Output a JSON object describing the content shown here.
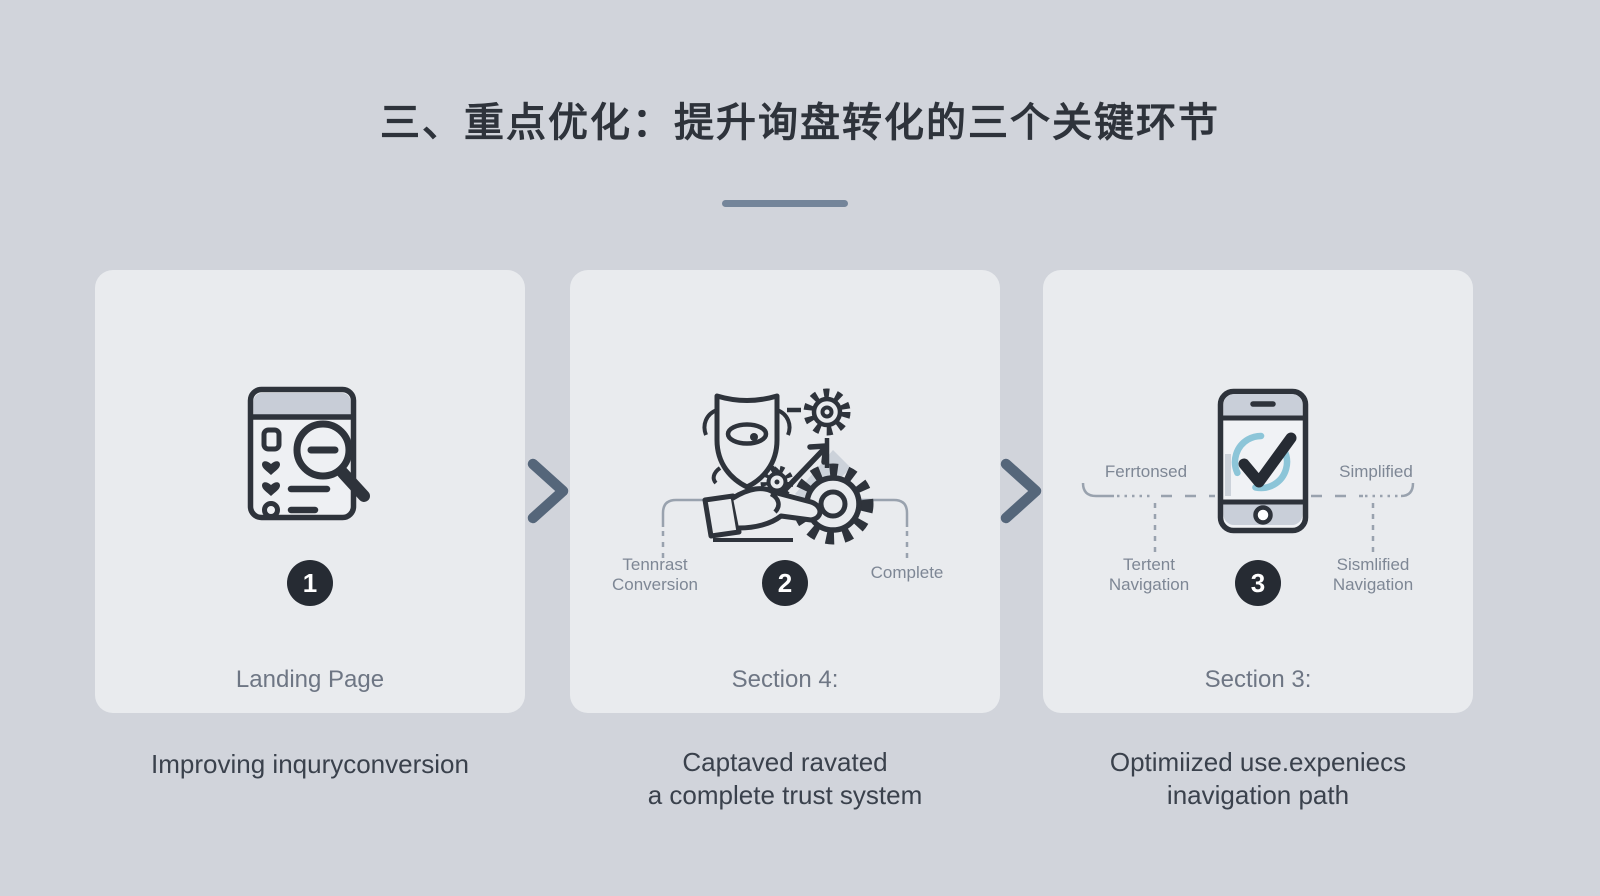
{
  "title": "三、重点优化：提升询盘转化的三个关键环节",
  "colors": {
    "background": "#d1d4db",
    "card_background": "#e9ebee",
    "accent_divider": "#74859a",
    "badge": "#262b33",
    "chevron": "#55667a",
    "icon_stroke": "#2e333b",
    "teal_arc": "#8cc5d8",
    "mini_label_text": "#7e8795",
    "caption_text": "#3a414c"
  },
  "icons": {
    "step1": "document-search-icon",
    "step2": "shield-gears-hand-icon",
    "step3": "phone-check-icon",
    "between_cards": "chevron-right-icon"
  },
  "cards": [
    {
      "number": "1",
      "title": "Landing Page",
      "caption": [
        "Improving inquryconversion"
      ]
    },
    {
      "number": "2",
      "title": "Section 4:",
      "labels": {
        "left": [
          "Tennrast",
          "Conversion"
        ],
        "right": "Complete"
      },
      "caption": [
        "Captaved ravated",
        "a complete trust system"
      ]
    },
    {
      "number": "3",
      "title": "Section 3:",
      "labels": {
        "top_left": "Ferrtonsed",
        "top_right": "Simplified",
        "bottom_left": [
          "Tertent",
          "Navigation"
        ],
        "bottom_right": [
          "Sismlified",
          "Navigation"
        ]
      },
      "caption": [
        "Optimiized use.expeniecs",
        "inavigation path"
      ]
    }
  ]
}
